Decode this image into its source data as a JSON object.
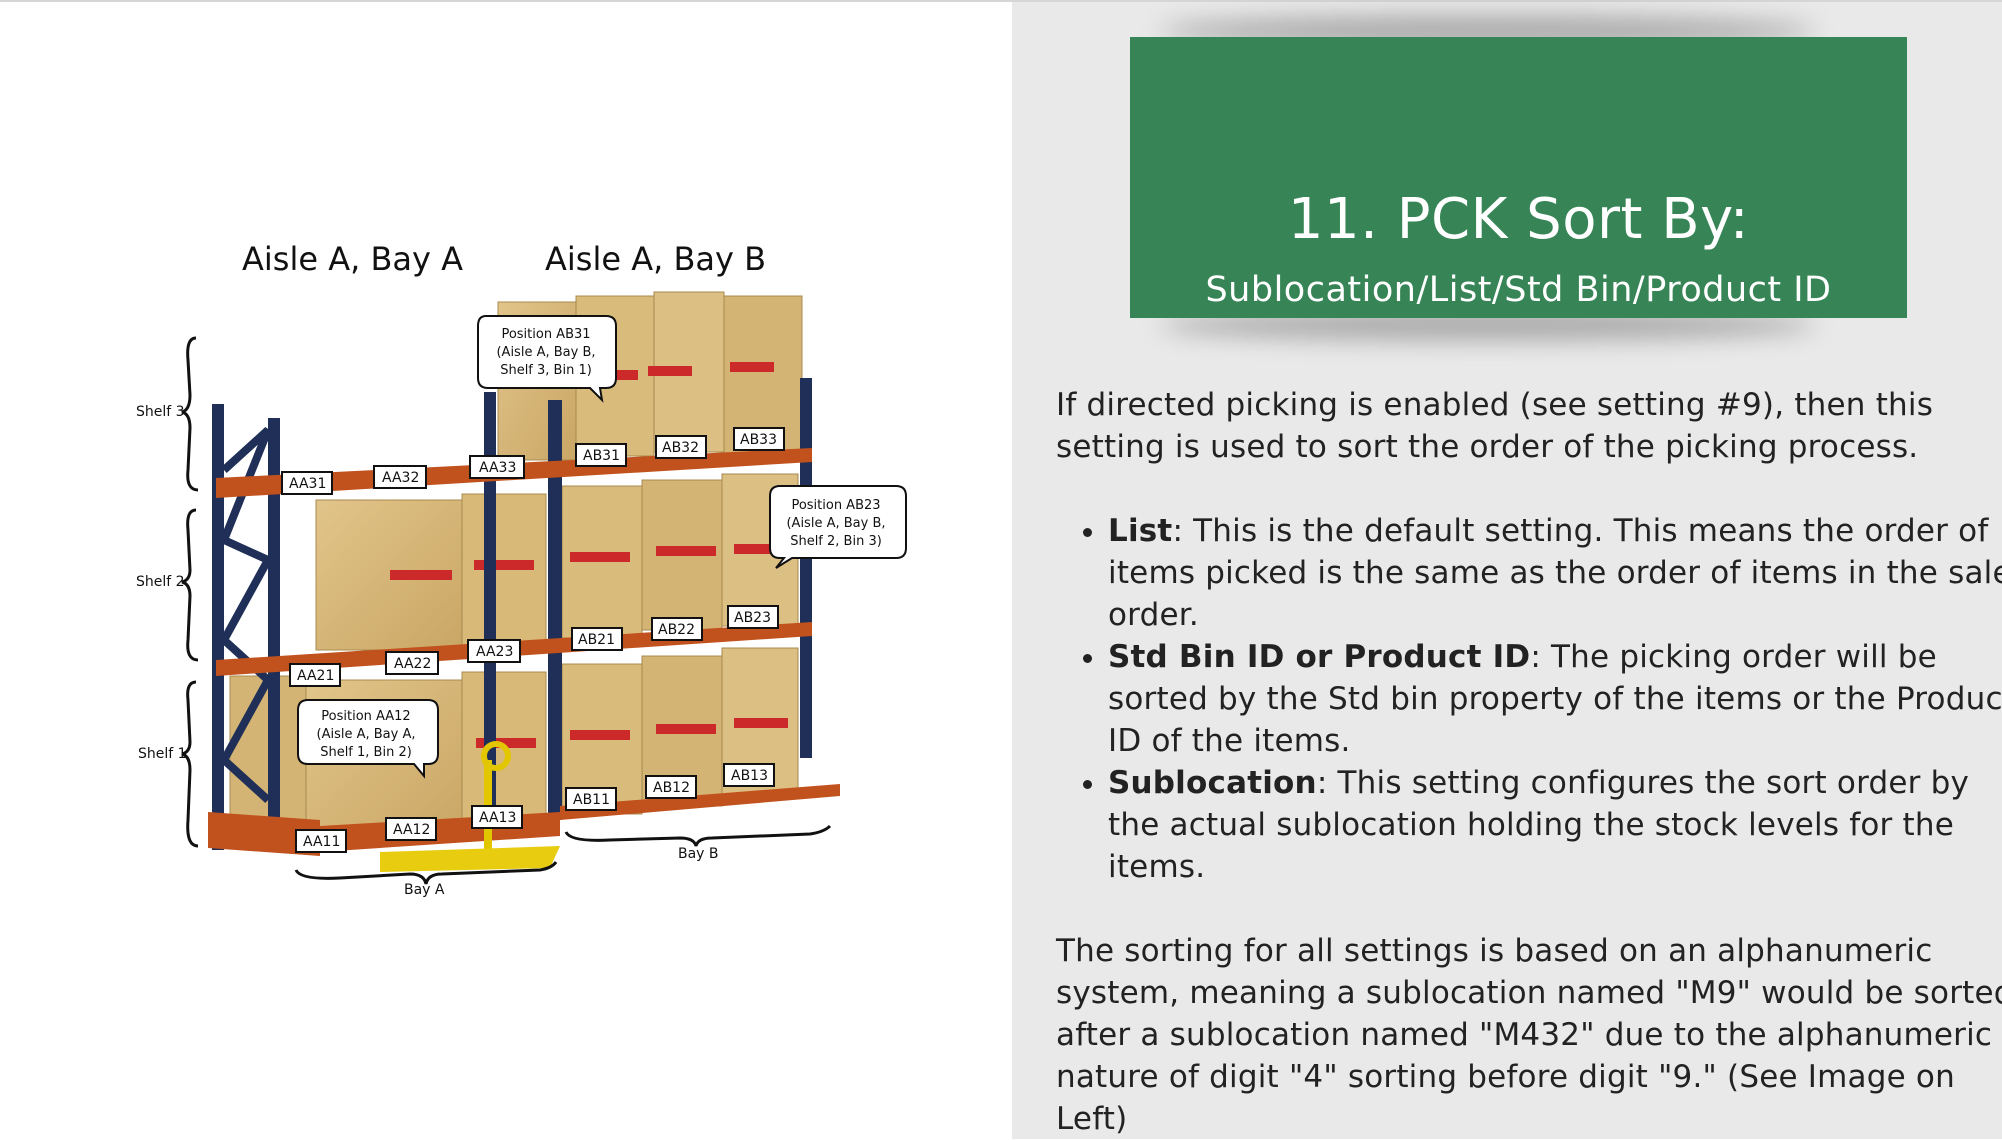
{
  "title": {
    "main": "11. PCK Sort By:",
    "subtitle": "Sublocation/List/Std Bin/Product ID"
  },
  "body": {
    "intro": "If directed picking is enabled (see setting #9), then this setting is used to sort the order of the picking process.",
    "bullets": [
      {
        "term": "List",
        "text": ": This is the default setting. This means the order of items picked is the same as the order of items in the sale order."
      },
      {
        "term": "Std Bin ID or Product ID",
        "text": ": The picking order will be sorted by the Std bin property of the items or the Product ID of the items."
      },
      {
        "term": "Sublocation",
        "text": ": This setting configures the sort order by the actual sublocation holding the stock levels for the items."
      }
    ],
    "outro": "The sorting for all settings is based on an alphanumeric system, meaning a sublocation named \"M9\" would be sorted after a sublocation named \"M432\" due to the alphanumeric nature of digit \"4\" sorting before digit \"9.\" (See Image on Left)"
  },
  "diagram": {
    "aisle_a_bay_a": "Aisle A, Bay A",
    "aisle_a_bay_b": "Aisle A, Bay B",
    "shelf_3": "Shelf 3",
    "shelf_2": "Shelf 2",
    "shelf_1": "Shelf 1",
    "bay_a": "Bay A",
    "bay_b": "Bay B",
    "bins": {
      "AA31": "AA31",
      "AA32": "AA32",
      "AA33": "AA33",
      "AA21": "AA21",
      "AA22": "AA22",
      "AA23": "AA23",
      "AA11": "AA11",
      "AA12": "AA12",
      "AA13": "AA13",
      "AB31": "AB31",
      "AB32": "AB32",
      "AB33": "AB33",
      "AB21": "AB21",
      "AB22": "AB22",
      "AB23": "AB23",
      "AB11": "AB11",
      "AB12": "AB12",
      "AB13": "AB13"
    },
    "callout_ab31": [
      "Position AB31",
      "(Aisle A, Bay B,",
      "Shelf 3, Bin 1)"
    ],
    "callout_ab23": [
      "Position AB23",
      "(Aisle A, Bay B,",
      "Shelf 2, Bin 3)"
    ],
    "callout_aa12": [
      "Position AA12",
      "(Aisle A, Bay A,",
      "Shelf 1, Bin 2)"
    ]
  },
  "colors": {
    "title_bg": "#378556",
    "right_bg": "#e9e9e9",
    "rack_upright": "#1f2f57",
    "rack_beam": "#c2521d",
    "box": "#d8b87a"
  }
}
